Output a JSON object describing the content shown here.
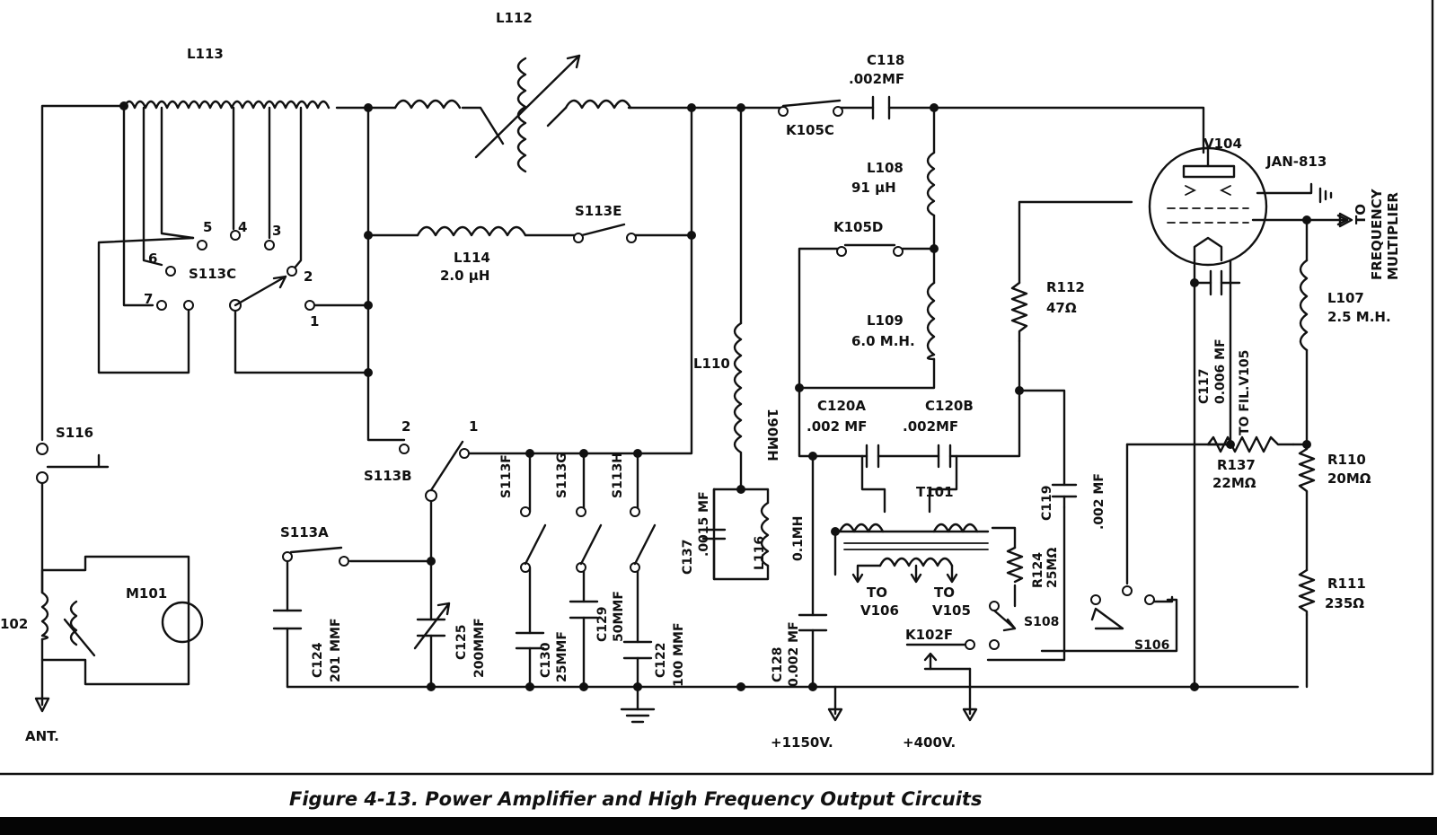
{
  "figure": {
    "caption": "Figure 4-13.   Power Amplifier and High Frequency Output Circuits"
  },
  "labels": {
    "l113": "L113",
    "l112": "L112",
    "c118": "C118",
    "c118_val": ".002MF",
    "k105c": "K105C",
    "v104": "V104",
    "v104_type": "JAN-813",
    "to": "TO",
    "frequency": "FREQUENCY",
    "multiplier": "MULTIPLIER",
    "l108": "L108",
    "l108_val": "91 µH",
    "s113e": "S113E",
    "l114": "L114",
    "l114_val": "2.0 µH",
    "k105d": "K105D",
    "r112": "R112",
    "r112_val": "47Ω",
    "l109": "L109",
    "l109_val": "6.0 M.H.",
    "l107": "L107",
    "l107_val": "2.5 M.H.",
    "c117": "C117",
    "c117_val": "0.006 MF",
    "to_fil": "TO FIL.V105",
    "s113c": "S113C",
    "pos1": "1",
    "pos2": "2",
    "pos3": "3",
    "pos4": "4",
    "pos5": "5",
    "pos6": "6",
    "pos7": "7",
    "l110": "L110",
    "l110_val": "190MH",
    "c120a": "C120A",
    "c120a_val": ".002 MF",
    "c120b": "C120B",
    "c120b_val": ".002MF",
    "r110": "R110",
    "r110_val": "20MΩ",
    "r137": "R137",
    "r137_val": "22MΩ",
    "s116": "S116",
    "s113b": "S113B",
    "s113b_2": "2",
    "s113b_1": "1",
    "s113f": "S113F",
    "s113g": "S113G",
    "s113h": "S113H",
    "c137": "C137",
    "c137_val": ".0015 MF",
    "l116": "L116",
    "l116_val": "0.1MH",
    "t101": "T101",
    "c119": "C119",
    "c119_val": ".002 MF",
    "r124": "R124",
    "r124_val": "25MΩ",
    "s113a": "S113A",
    "m101": "M101",
    "c124": "C124",
    "c124_val": "201 MMF",
    "c125": "C125",
    "c125_val": "200MMF",
    "c130": "C130",
    "c130_val": "25MMF",
    "c129": "C129",
    "c129_val": "50MMF",
    "c122": "C122",
    "c122_val": "100 MMF",
    "c128": "C128",
    "c128_val": "0.002 MF",
    "to_v106": "TO",
    "v106": "V106",
    "to_v105": "TO",
    "v105": "V105",
    "s108": "S108",
    "k102f": "K102F",
    "s106": "S106",
    "r111": "R111",
    "r111_val": "235Ω",
    "l102": "102",
    "ant": "ANT.",
    "v1150": "+1150V.",
    "v400": "+400V."
  }
}
